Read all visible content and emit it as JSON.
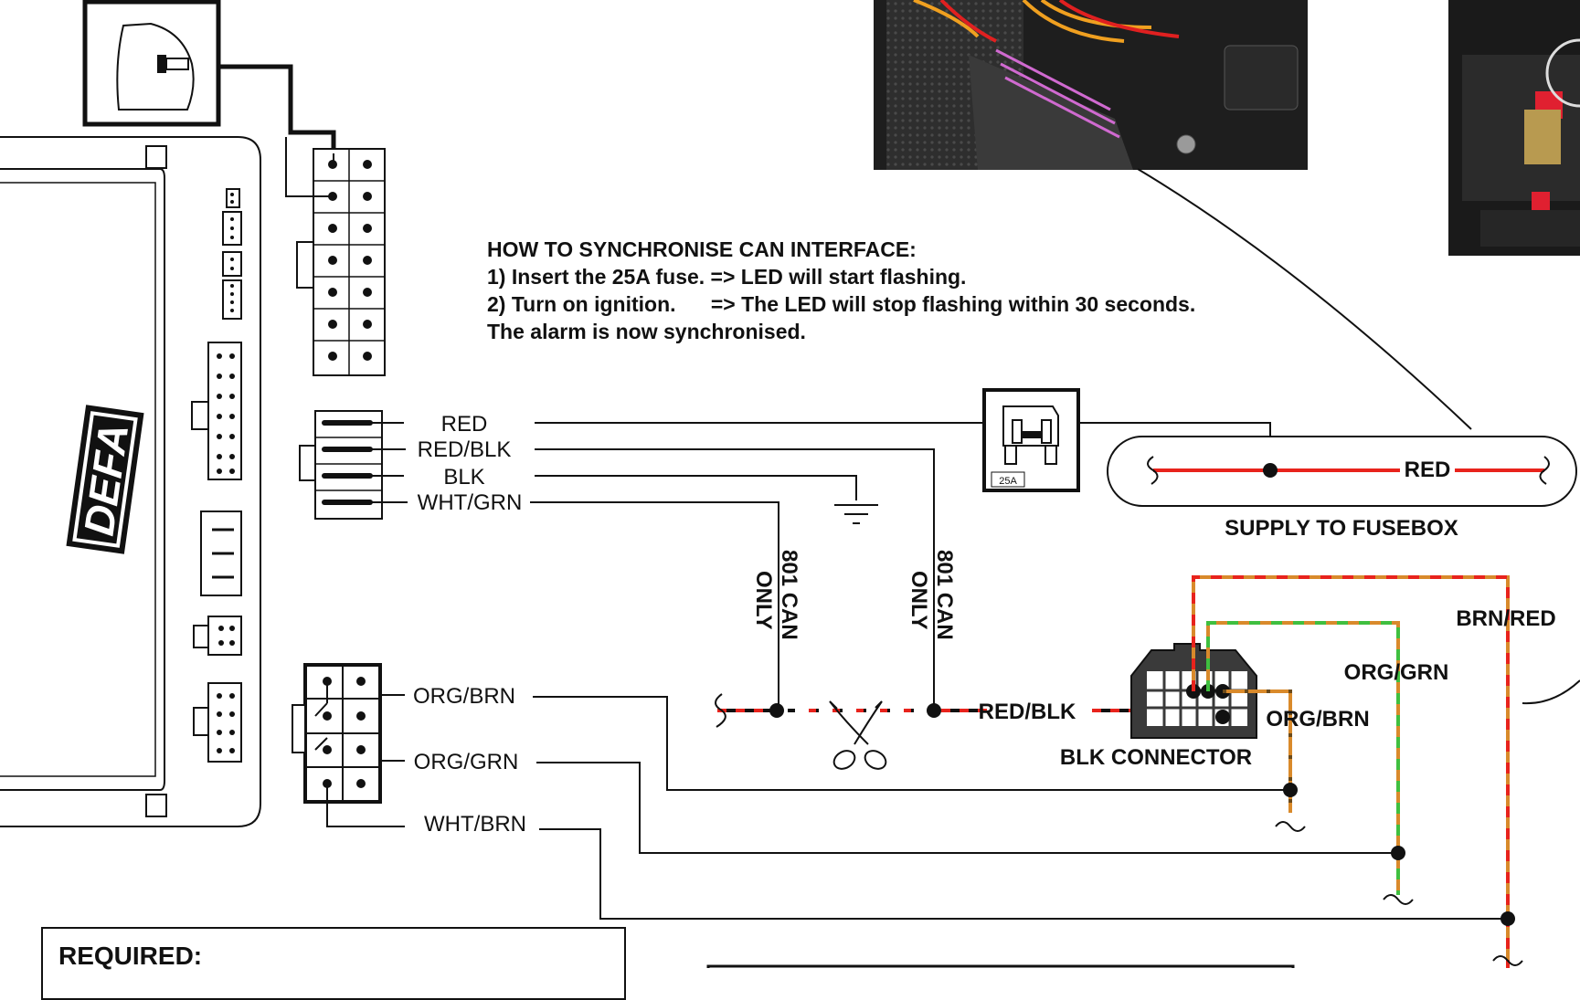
{
  "brand": "DEFA",
  "instructions": {
    "title": "HOW TO SYNCHRONISE CAN INTERFACE:",
    "step1": "1) Insert the 25A fuse. => LED will start flashing.",
    "step2": "2) Turn on ignition.      => The LED will stop flashing within 30 seconds.",
    "final": "The alarm is now synchronised."
  },
  "harness_upper": {
    "wires": [
      "RED",
      "RED/BLK",
      "BLK",
      "WHT/GRN"
    ]
  },
  "harness_lower": {
    "wires": [
      "ORG/BRN",
      "ORG/GRN",
      "WHT/BRN"
    ]
  },
  "fuse": {
    "rating": "25A"
  },
  "supply": {
    "wire": "RED",
    "caption": "SUPPLY TO FUSEBOX"
  },
  "can_note": {
    "line1": "801 CAN",
    "line2": "ONLY"
  },
  "splice": {
    "wire": "RED/BLK"
  },
  "connector": {
    "caption": "BLK CONNECTOR"
  },
  "vehicle_wires": {
    "brn_red": "BRN/RED",
    "org_grn": "ORG/GRN",
    "org_brn": "ORG/BRN"
  },
  "required": {
    "title": "REQUIRED:"
  },
  "colors": {
    "red": "#e8231c",
    "orange": "#d98a2b",
    "green": "#3fbf3f",
    "black": "#111111"
  }
}
